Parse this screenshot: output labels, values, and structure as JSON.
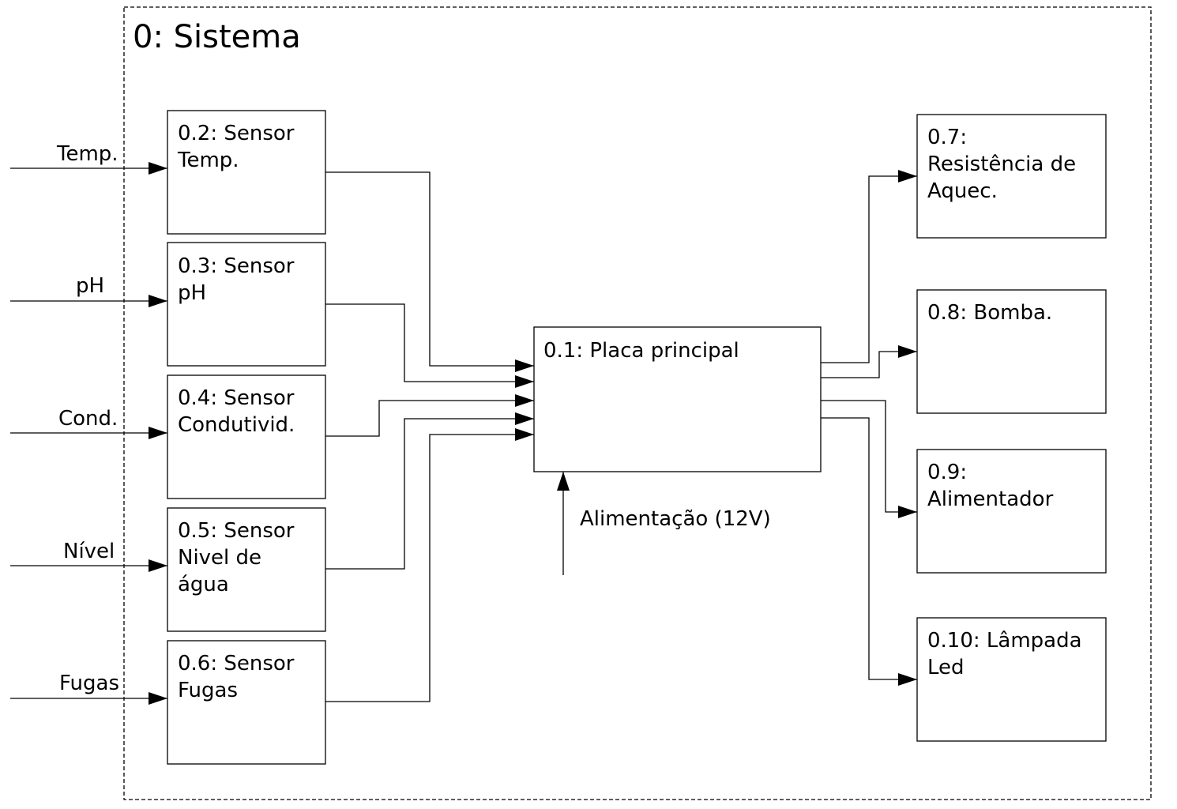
{
  "system": {
    "title": "0: Sistema"
  },
  "main_board": {
    "lines": [
      "0.1: Placa principal"
    ]
  },
  "power": {
    "label": "Alimentação (12V)"
  },
  "inputs": [
    {
      "label": "Temp.",
      "box_lines": [
        "0.2: Sensor",
        "Temp."
      ]
    },
    {
      "label": "pH",
      "box_lines": [
        "0.3: Sensor",
        "pH"
      ]
    },
    {
      "label": "Cond.",
      "box_lines": [
        "0.4: Sensor",
        "Condutivid."
      ]
    },
    {
      "label": "Nível",
      "box_lines": [
        "0.5: Sensor",
        "Nivel de",
        "água"
      ]
    },
    {
      "label": "Fugas",
      "box_lines": [
        "0.6: Sensor",
        "Fugas"
      ]
    }
  ],
  "outputs": [
    {
      "box_lines": [
        "0.7:",
        "Resistência de",
        "Aquec."
      ]
    },
    {
      "box_lines": [
        "0.8: Bomba."
      ]
    },
    {
      "box_lines": [
        "0.9:",
        "Alimentador"
      ]
    },
    {
      "box_lines": [
        "0.10: Lâmpada",
        "Led"
      ]
    }
  ]
}
